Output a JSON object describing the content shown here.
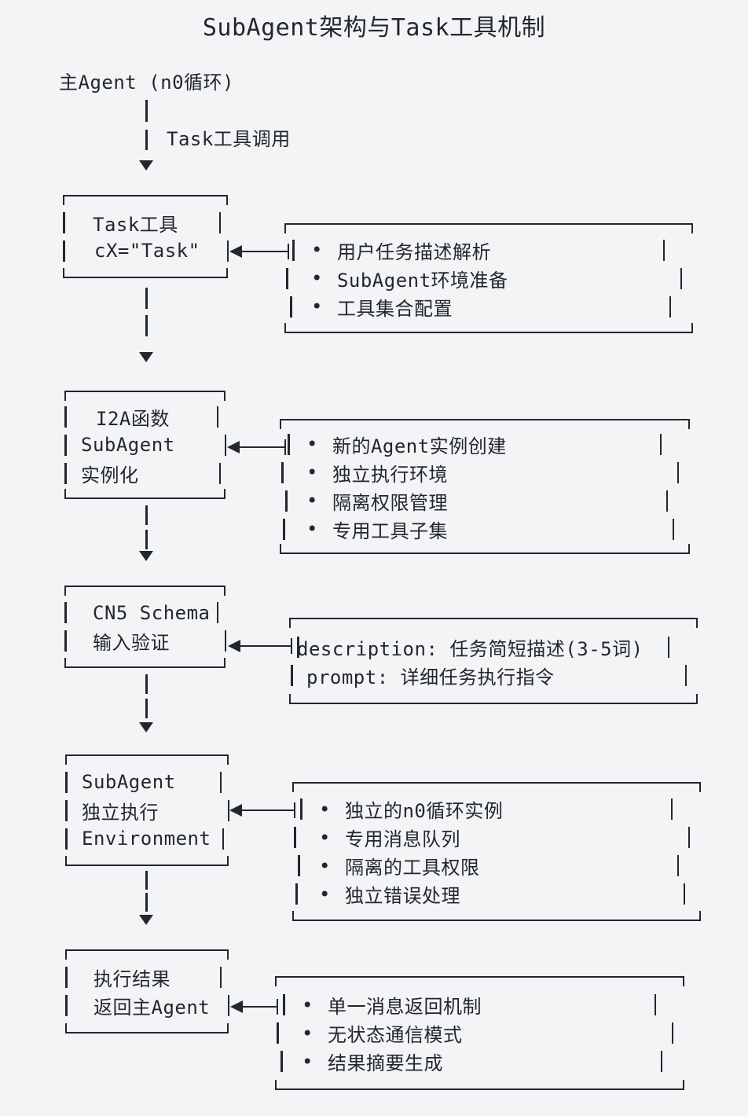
{
  "page": {
    "title": "SubAgent架构与Task工具机制"
  },
  "colors": {
    "background": "#f3f4f6",
    "ink": "#23272d"
  },
  "ui": {
    "bullet": "•"
  },
  "flow": {
    "source_label": "主Agent (n0循环)",
    "edge_label": "Task工具调用",
    "steps": [
      {
        "id": "task-tool",
        "box_lines": [
          "Task工具",
          "cX=\"Task\""
        ],
        "notes": [
          "用户任务描述解析",
          "SubAgent环境准备",
          "工具集合配置"
        ]
      },
      {
        "id": "i2a-instantiation",
        "box_lines": [
          "I2A函数",
          "SubAgent",
          "实例化"
        ],
        "notes": [
          "新的Agent实例创建",
          "独立执行环境",
          "隔离权限管理",
          "专用工具子集"
        ]
      },
      {
        "id": "cn5-schema",
        "box_lines": [
          "CN5 Schema",
          "输入验证"
        ],
        "notes": [
          "description: 任务简短描述(3-5词)",
          "prompt: 详细任务执行指令"
        ]
      },
      {
        "id": "subagent-execution",
        "box_lines": [
          "SubAgent",
          "独立执行",
          "Environment"
        ],
        "notes": [
          "独立的n0循环实例",
          "专用消息队列",
          "隔离的工具权限",
          "独立错误处理"
        ]
      },
      {
        "id": "result-return",
        "box_lines": [
          "执行结果",
          "返回主Agent"
        ],
        "notes": [
          "单一消息返回机制",
          "无状态通信模式",
          "结果摘要生成"
        ]
      }
    ]
  }
}
